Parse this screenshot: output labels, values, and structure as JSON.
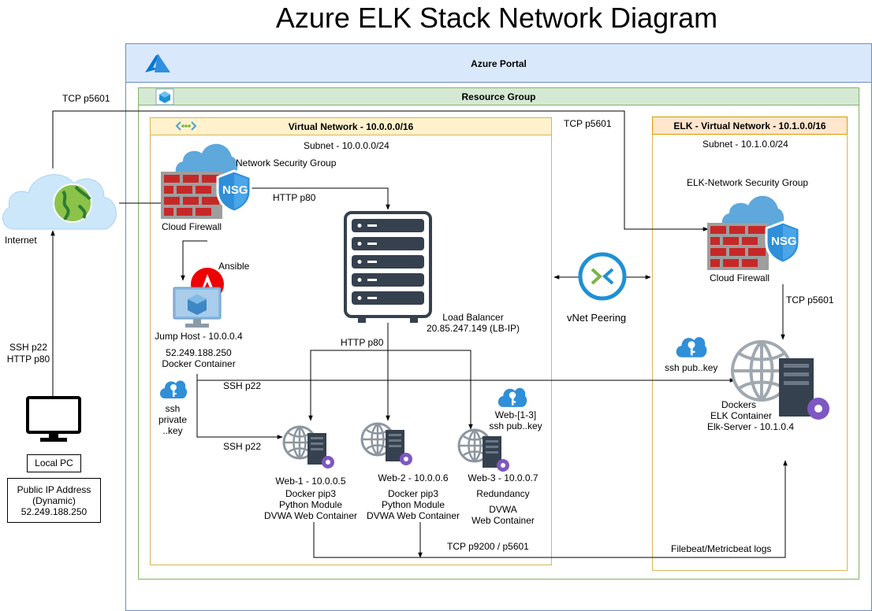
{
  "title": "Azure ELK Stack Network Diagram",
  "containers": {
    "azure_portal": "Azure Portal",
    "resource_group": "Resource Group",
    "vnet": "Virtual Network - 10.0.0.0/16",
    "vnet_subnet": "Subnet - 10.0.0.0/24",
    "elk_vnet": "ELK - Virtual Network - 10.1.0.0/16",
    "elk_subnet": "Subnet - 10.1.0.0/24"
  },
  "internet": {
    "label": "Internet"
  },
  "local_pc": {
    "label": "Local PC",
    "ip_lines": [
      "Public IP Address",
      "(Dynamic)",
      "52.249.188.250"
    ]
  },
  "nsg": {
    "label": "Network Security Group",
    "badge": "NSG",
    "firewall": "Cloud Firewall"
  },
  "elk_nsg": {
    "label": "ELK-Network Security Group",
    "badge": "NSG",
    "firewall": "Cloud Firewall"
  },
  "ansible": "Ansible",
  "jump_host": {
    "lines": [
      "Jump Host - 10.0.0.4",
      "52.249.188.250",
      "Docker Container"
    ]
  },
  "ssh_private_key": {
    "lines": [
      "ssh",
      "private",
      "..key"
    ]
  },
  "load_balancer": {
    "lines": [
      "Load Balancer",
      "20.85.247.149 (LB-IP)"
    ]
  },
  "web_key": {
    "lines": [
      "Web-[1-3]",
      "ssh pub..key"
    ]
  },
  "web1": {
    "lines": [
      "Web-1 - 10.0.0.5",
      "Docker pip3",
      "Python Module",
      "DVWA Web Container"
    ]
  },
  "web2": {
    "lines": [
      "Web-2 - 10.0.0.6",
      "Docker pip3",
      "Python Module",
      "DVWA Web Container"
    ]
  },
  "web3": {
    "lines": [
      "Web-3 - 10.0.0.7",
      "Redundancy",
      "DVWA",
      "Web Container"
    ]
  },
  "vnet_peering": "vNet Peering",
  "elk_key": "ssh pub..key",
  "elk_server": {
    "lines": [
      "Dockers",
      "ELK Container",
      "Elk-Server - 10.1.0.4"
    ]
  },
  "connections": {
    "tcp_5601_left": "TCP p5601",
    "tcp_5601_mid": "TCP p5601",
    "tcp_5601_elk": "TCP p5601",
    "ssh_http_local": [
      "SSH p22",
      "HTTP p80"
    ],
    "http_nsg_lb": "HTTP p80",
    "http_lb_web": "HTTP p80",
    "ssh_to_elk": "SSH p22",
    "ssh_to_web": "SSH p22",
    "tcp_9200": "TCP p9200 / p5601",
    "beats": "Filebeat/Metricbeat logs"
  },
  "colors": {
    "portal_fill": "#dae8fc",
    "portal_border": "#6c8ebf",
    "rg_fill": "#d5e8d4",
    "rg_border": "#82b366",
    "vnet_fill": "#fff2cc",
    "vnet_border": "#d6b656",
    "elk_fill": "#ffe6cc",
    "elk_border": "#d79b00",
    "server_dark": "#36414f",
    "azure_blue": "#0078d4",
    "cloud_blue": "#5ea8dc"
  }
}
